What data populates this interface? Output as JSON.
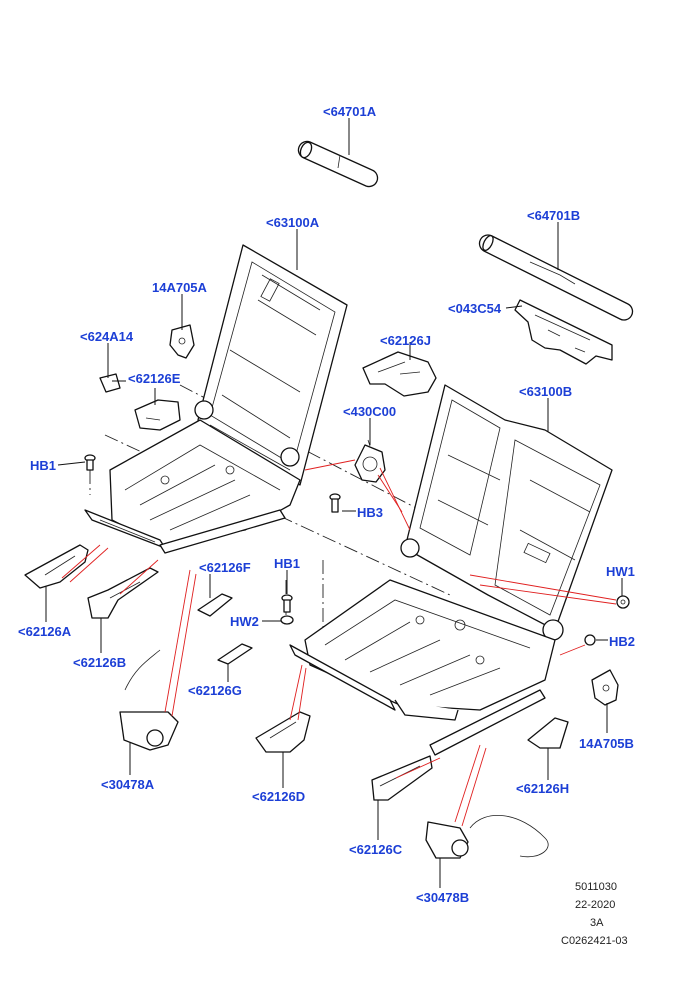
{
  "colors": {
    "label": "#1c3fd6",
    "leader": "#111111",
    "reference": "#e02020"
  },
  "callouts": {
    "c64701A": "<64701A",
    "c63100A": "<63100A",
    "c64701B": "<64701B",
    "c14A705A": "14A705A",
    "c043C54": "<043C54",
    "c624A14": "<624A14",
    "c62126J": "<62126J",
    "c62126E": "<62126E",
    "c63100B": "<63100B",
    "c430C00": "<430C00",
    "cHB1a": "HB1",
    "cHB3": "HB3",
    "cHW1": "HW1",
    "c62126F": "<62126F",
    "cHB1b": "HB1",
    "cHW2": "HW2",
    "c62126A": "<62126A",
    "cHB2": "HB2",
    "c62126B": "<62126B",
    "c62126G": "<62126G",
    "c14A705B": "14A705B",
    "c62126H": "<62126H",
    "c30478A": "<30478A",
    "c62126D": "<62126D",
    "c62126C": "<62126C",
    "c30478B": "<30478B"
  },
  "footer": {
    "line1": "5011030",
    "line2": "22-2020",
    "line3": "3A",
    "line4": "C0262421-03"
  }
}
